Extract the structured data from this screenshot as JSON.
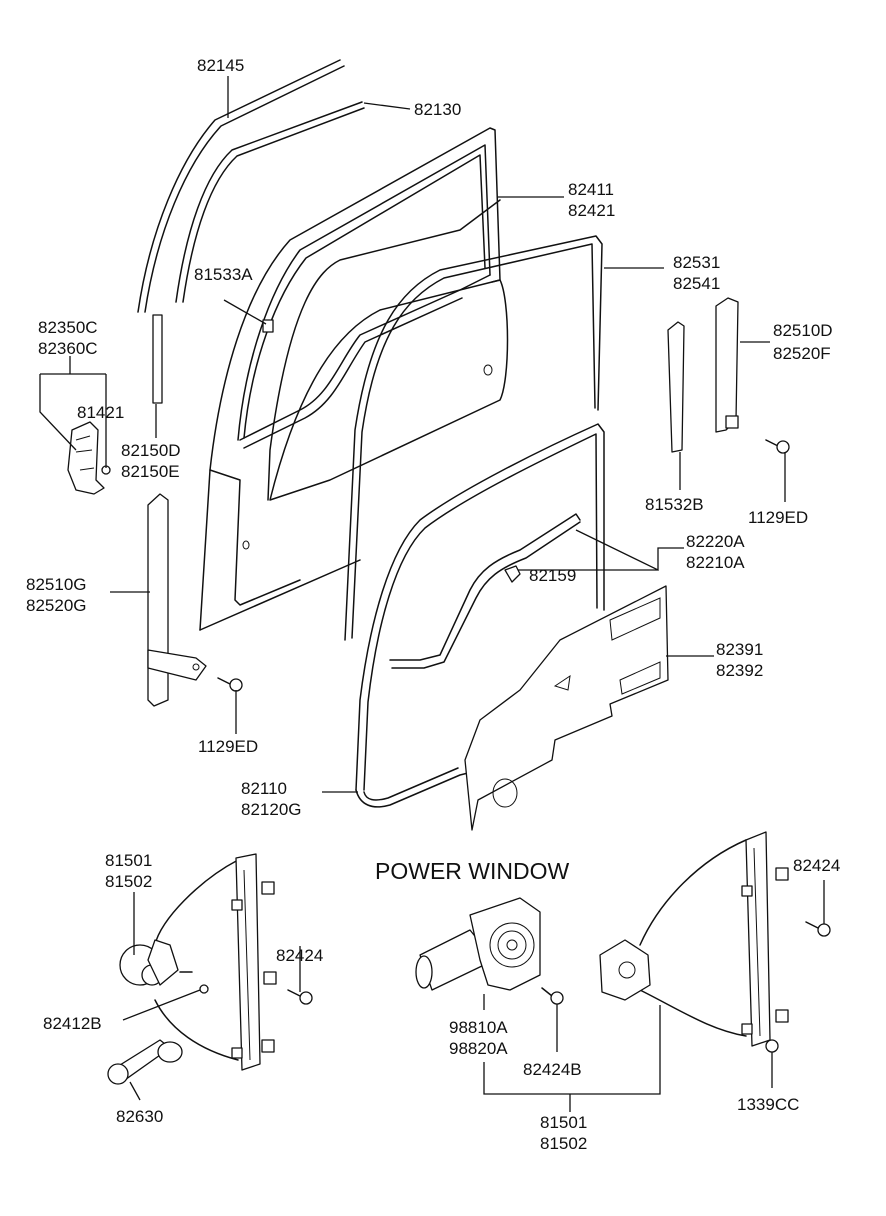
{
  "title": "POWER WINDOW",
  "callouts": {
    "c82145": "82145",
    "c82130": "82130",
    "c82411": "82411",
    "c82421": "82421",
    "c81533A": "81533A",
    "c82531": "82531",
    "c82541": "82541",
    "c82350C": "82350C",
    "c82360C": "82360C",
    "c81421": "81421",
    "c82510D": "82510D",
    "c82520F": "82520F",
    "c82150D": "82150D",
    "c82150E": "82150E",
    "c81532B": "81532B",
    "c1129ED_r": "1129ED",
    "c82220A": "82220A",
    "c82210A": "82210A",
    "c82159": "82159",
    "c82510G": "82510G",
    "c82520G": "82520G",
    "c82391": "82391",
    "c82392": "82392",
    "c1129ED_l": "1129ED",
    "c82110": "82110",
    "c82120G": "82120G",
    "c81501_l": "81501",
    "c81502_l": "81502",
    "c82424_m": "82424",
    "c82424_r": "82424",
    "c82412B": "82412B",
    "c82630": "82630",
    "c98810A": "98810A",
    "c98820A": "98820A",
    "c82424B": "82424B",
    "c81501_b": "81501",
    "c81502_b": "81502",
    "c1339CC": "1339CC"
  }
}
